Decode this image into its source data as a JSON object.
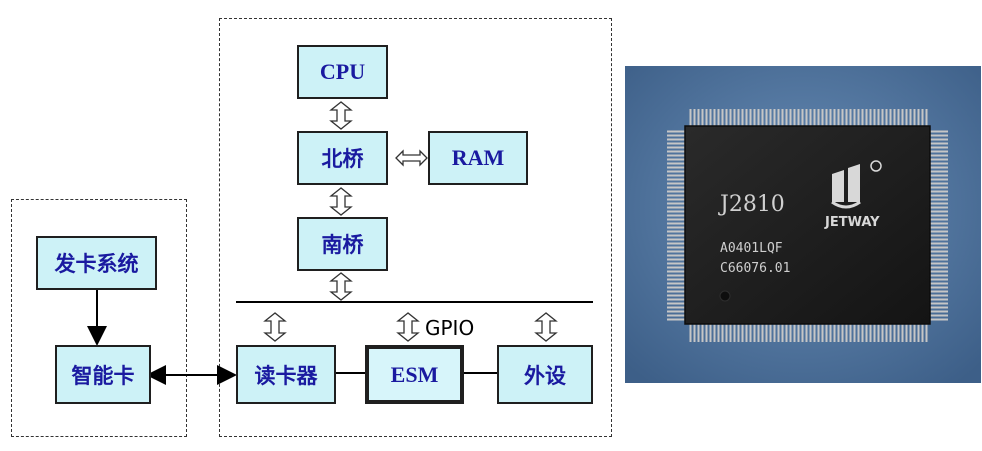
{
  "diagram": {
    "blocks": {
      "cpu": "CPU",
      "northbridge": "北桥",
      "ram": "RAM",
      "southbridge": "南桥",
      "card_issuing": "发卡系统",
      "smart_card": "智能卡",
      "card_reader": "读卡器",
      "esm": "ESM",
      "peripheral": "外设"
    },
    "gpio_label": "GPIO"
  },
  "chip_photo": {
    "model": "J2810",
    "brand": "JETWAY",
    "code1": "A0401LQF",
    "code2": "C66076.01",
    "background_color": "#4a6f99",
    "chip_color": "#1c1c1c",
    "pin_color": "#c4c4c4"
  }
}
